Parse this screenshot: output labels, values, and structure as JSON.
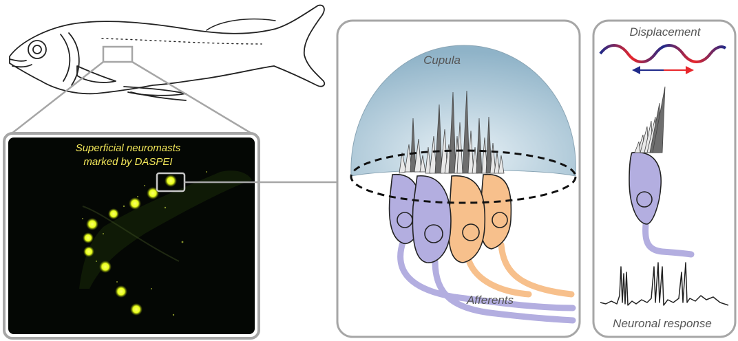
{
  "photo": {
    "caption_line1": "Superficial neuromasts",
    "caption_line2": "marked by DASPEI"
  },
  "neuromast": {
    "cupula_label": "Cupula",
    "afferents_label": "Afferents"
  },
  "response": {
    "displacement_label": "Displacement",
    "neuronal_label": "Neuronal response"
  },
  "colors": {
    "panel_border": "#a6a6a6",
    "fluorescence": "#e8ff1a",
    "cupula": "#a9c7d8",
    "purple_cell": "#b3aee0",
    "orange_cell": "#f7c08c",
    "arrow_red": "#e8262b",
    "arrow_blue": "#1f2a8a",
    "label_text": "#555555",
    "caption_text": "#f2e75a"
  }
}
